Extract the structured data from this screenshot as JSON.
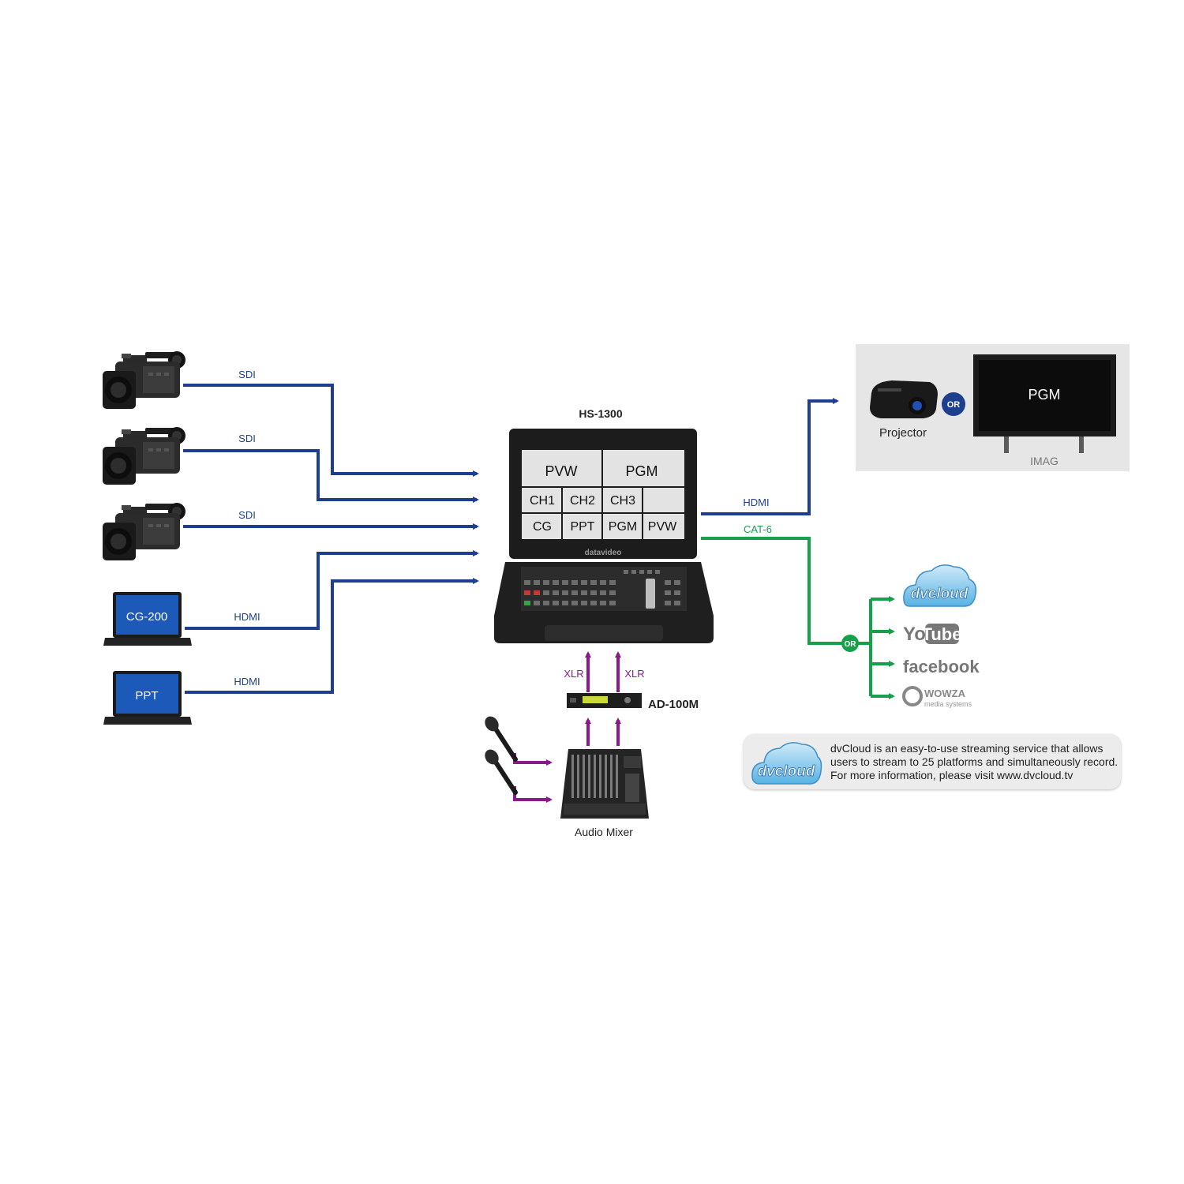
{
  "colors": {
    "video_link": "#1e3f8f",
    "stream_link": "#16a04a",
    "audio_link": "#8a1a8a",
    "imag_panel": "#e6e6e6"
  },
  "switcher": {
    "title": "HS-1300",
    "brand": "datavideo",
    "multiview": {
      "top": [
        "PVW",
        "PGM"
      ],
      "row1": [
        "CH1",
        "CH2",
        "CH3",
        ""
      ],
      "row2": [
        "CG",
        "PPT",
        "PGM",
        "PVW"
      ]
    }
  },
  "sources": [
    {
      "type": "camera",
      "icon": "camcorder-icon",
      "link": "SDI"
    },
    {
      "type": "camera",
      "icon": "camcorder-icon",
      "link": "SDI"
    },
    {
      "type": "camera",
      "icon": "camcorder-icon",
      "link": "SDI"
    },
    {
      "type": "laptop",
      "icon": "laptop-icon",
      "screen": "CG-200",
      "link": "HDMI"
    },
    {
      "type": "laptop",
      "icon": "laptop-icon",
      "screen": "PPT",
      "link": "HDMI"
    }
  ],
  "outputs": {
    "hdmi_label": "HDMI",
    "cat_label": "CAT-6",
    "imag": {
      "projector_label": "Projector",
      "or_label": "OR",
      "screen_text": "PGM",
      "caption": "IMAG"
    },
    "streaming": {
      "or_label": "OR",
      "platforms": [
        "dvcloud",
        "YouTube",
        "facebook",
        "WOWZA media systems"
      ],
      "logos": {
        "dvcloud": "dvcloud",
        "youtube_you": "You",
        "youtube_tube": "Tube",
        "facebook": "facebook",
        "wowza": "WOWZA",
        "wowza_sub": "media systems"
      }
    }
  },
  "audio": {
    "xlr_left": "XLR",
    "xlr_right": "XLR",
    "converter_label": "AD-100M",
    "mixer_label": "Audio Mixer"
  },
  "info_box": {
    "logo": "dvcloud",
    "lines": [
      "dvCloud is an easy-to-use streaming service that allows",
      "users to stream to 25 platforms and simultaneously record.",
      "For more information, please visit www.dvcloud.tv"
    ]
  }
}
